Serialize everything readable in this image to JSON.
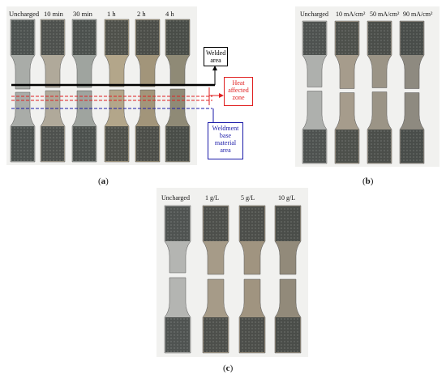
{
  "panel_a": {
    "caption": "a",
    "labels": [
      "Uncharged",
      "10 min",
      "30 min",
      "1 h",
      "2 h",
      "4 h"
    ],
    "annotations": {
      "welded": "Welded area",
      "haz": "Heat affected zone",
      "base": "Weldment base material area"
    },
    "colors": {
      "welded": "#000000",
      "haz": "#e02020",
      "base": "#1a1aa8"
    }
  },
  "panel_b": {
    "caption": "b",
    "labels": [
      "Uncharged",
      "10 mA/cm²",
      "50 mA/cm²",
      "90 mA/cm²"
    ]
  },
  "panel_c": {
    "caption": "c",
    "labels": [
      "Uncharged",
      "1 g/L",
      "5 g/L",
      "10 g/L"
    ]
  }
}
